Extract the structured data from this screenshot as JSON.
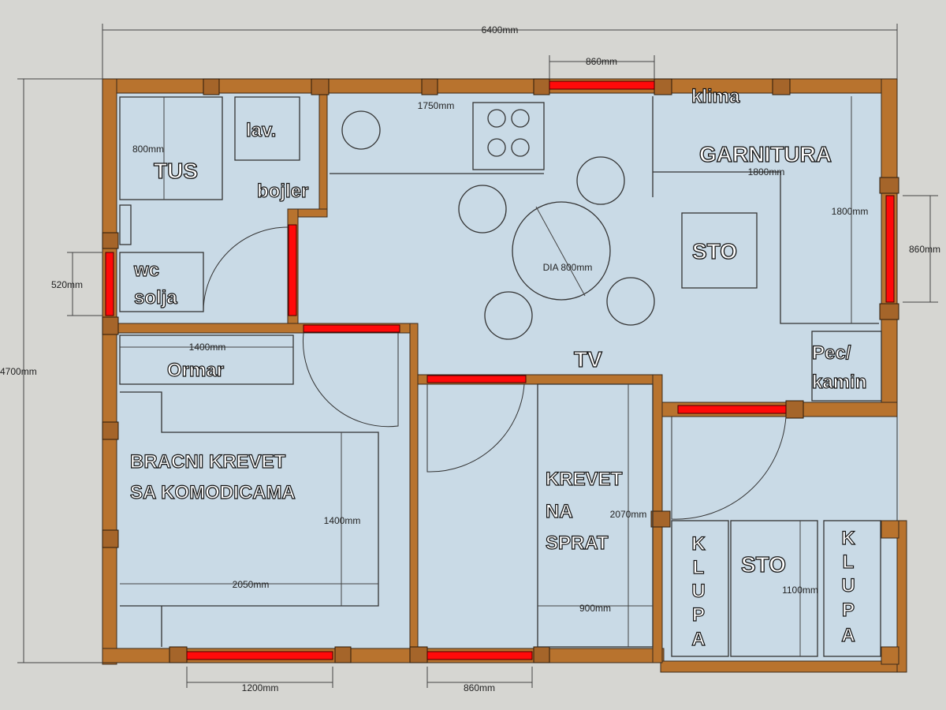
{
  "title": "Floor plan 6400mm x 4700mm",
  "colors": {
    "background": "#d6d6d2",
    "floor": "#c9dae6",
    "wall": "#b8732e",
    "window": "#ff0a0a"
  },
  "dimensions": {
    "total_width": "6400mm",
    "total_height": "4700mm",
    "top_window": "860mm",
    "kitchen_counter": "1750mm",
    "shower": "800mm",
    "garnitura_width": "1800mm",
    "garnitura_height": "1800mm",
    "right_window": "860mm",
    "left_window": "520mm",
    "table_dia": "DIA 800mm",
    "wardrobe": "1400mm",
    "bed_width": "1400mm",
    "bed_length": "2050mm",
    "bunk_length": "2070mm",
    "bunk_width": "900mm",
    "dining_table": "1100mm",
    "bottom_window_left": "1200mm",
    "bottom_window_right": "860mm"
  },
  "labels": {
    "tus": "TUS",
    "lav": "lav.",
    "bojler": "bojler",
    "wc": "wc",
    "solja": "solja",
    "klima": "klima",
    "garnitura": "GARNITURA",
    "sto_top": "STO",
    "pec": "Pec/",
    "kamin": "kamin",
    "tv": "TV",
    "ormar": "Ormar",
    "bracni1": "BRACNI KREVET",
    "bracni2": "SA KOMODICAMA",
    "krevet1": "KREVET",
    "krevet2": "NA",
    "krevet3": "SPRAT",
    "sto_bottom": "STO",
    "klupa_letters": [
      "K",
      "L",
      "U",
      "P",
      "A"
    ]
  }
}
